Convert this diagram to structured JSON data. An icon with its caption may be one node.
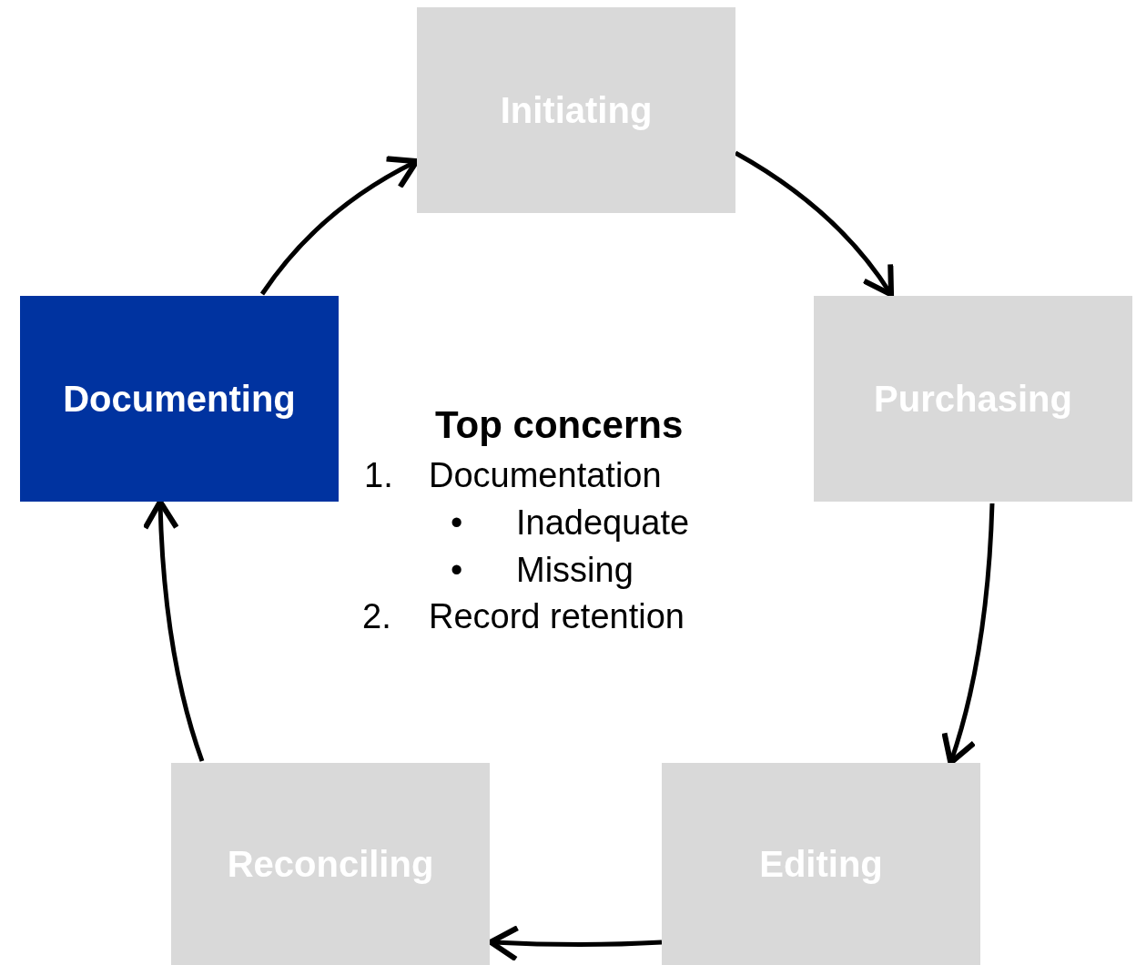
{
  "diagram": {
    "nodes": [
      {
        "text": [
          "Initiating"
        ]
      },
      {
        "text": [
          "Purchasing"
        ]
      },
      {
        "text": [
          "Editing"
        ]
      },
      {
        "text": [
          "Reconciling"
        ]
      },
      {
        "text": [
          "Documenting"
        ]
      }
    ],
    "edges": [
      {
        "from": 0,
        "to": 1,
        "arrow": "to"
      },
      {
        "from": 1,
        "to": 2,
        "arrow": "to"
      },
      {
        "from": 2,
        "to": 3,
        "arrow": "to"
      },
      {
        "from": 3,
        "to": 4,
        "arrow": "to"
      },
      {
        "from": 4,
        "to": 0,
        "arrow": "to"
      }
    ],
    "labels": [
      "Top concerns",
      "1.",
      "Documentation",
      "•",
      "Inadequate",
      "•",
      "Missing",
      "2.",
      "Record retention"
    ]
  }
}
